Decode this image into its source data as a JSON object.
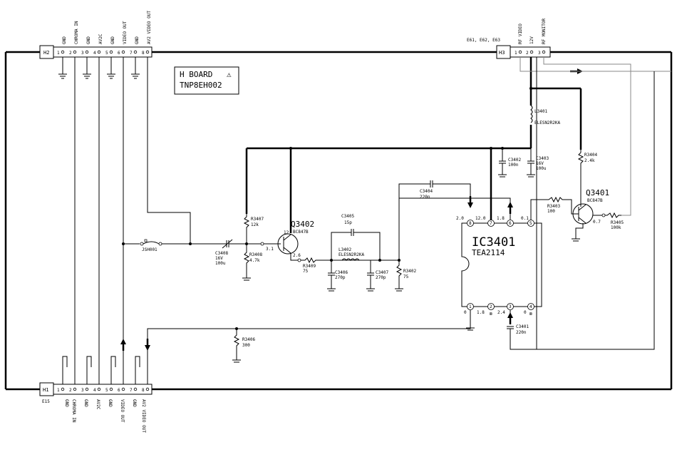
{
  "board": {
    "name": "H BOARD",
    "part": "TNP8EH002",
    "warning_glyph": "⚠"
  },
  "connectors": {
    "h2": {
      "label": "H2",
      "signals": [
        "GND",
        "CHROMA IN",
        "GND",
        "AV2C",
        "GND",
        "VIDEO OUT",
        "GND",
        "AV2 VIDEO OUT"
      ],
      "pins": [
        "1",
        "2",
        "3",
        "4",
        "5",
        "6",
        "7",
        "8"
      ]
    },
    "h1": {
      "label": "H1",
      "ref": "E15",
      "signals": [
        "GND",
        "CHROMA IN",
        "GND",
        "AV2C",
        "GND",
        "VIDEO OUT",
        "GND",
        "AV2 VIDEO OUT"
      ],
      "pins": [
        "1",
        "2",
        "3",
        "4",
        "5",
        "6",
        "7",
        "8"
      ]
    },
    "h3": {
      "label": "H3",
      "refs": "E61, E62, E63",
      "signals": [
        "RF VIDEO",
        "12V",
        "RF MONITOR"
      ],
      "pins": [
        "1",
        "2",
        "3"
      ]
    }
  },
  "components": {
    "l3401": {
      "ref": "L3401",
      "value": "ELESN2R2KA"
    },
    "c3402": {
      "ref": "C3402",
      "value": "100n"
    },
    "c3403": {
      "ref": "C3403",
      "value1": "16V",
      "value2": "100u"
    },
    "r3404": {
      "ref": "R3404",
      "value": "2.4k"
    },
    "c3404": {
      "ref": "C3404",
      "value": "220n"
    },
    "c3405": {
      "ref": "C3405",
      "value": "15p"
    },
    "r3407": {
      "ref": "R3407",
      "value": "12k"
    },
    "q3402": {
      "ref": "Q3402",
      "value": "BC847B"
    },
    "q3401": {
      "ref": "Q3401",
      "value": "BC847B"
    },
    "r3403": {
      "ref": "R3403",
      "value": "100"
    },
    "r3405": {
      "ref": "R3405",
      "value": "100k"
    },
    "jsh001": {
      "ref": "JSH001"
    },
    "c3408": {
      "ref": "C3408",
      "value1": "16V",
      "value2": "100u"
    },
    "r3408": {
      "ref": "R3408",
      "value": "4.7k"
    },
    "r3409": {
      "ref": "R3409",
      "value": "75"
    },
    "l3402": {
      "ref": "L3402",
      "value": "ELESN2R2KA"
    },
    "c3406": {
      "ref": "C3406",
      "value": "270p"
    },
    "c3407": {
      "ref": "C3407",
      "value": "270p"
    },
    "r3402": {
      "ref": "R3402",
      "value": "75"
    },
    "r3406": {
      "ref": "R3406",
      "value": "300"
    },
    "c3401": {
      "ref": "C3401",
      "value": "220n"
    }
  },
  "ic": {
    "ref": "IC3401",
    "part": "TEA2114",
    "top_pins": [
      "8",
      "7",
      "6",
      "5"
    ],
    "top_voltages": [
      "2.0",
      "12.0",
      "1.8",
      "0.1"
    ],
    "bottom_pins": [
      "1",
      "2",
      "3",
      "4"
    ],
    "bottom_voltages": [
      "0",
      "1.8",
      "2.4",
      "0"
    ]
  },
  "voltages": {
    "q3402_base": "3.1",
    "q3402_collector": "12",
    "q3402_emitter": "2.6",
    "q3401_emitter": "0.7"
  }
}
